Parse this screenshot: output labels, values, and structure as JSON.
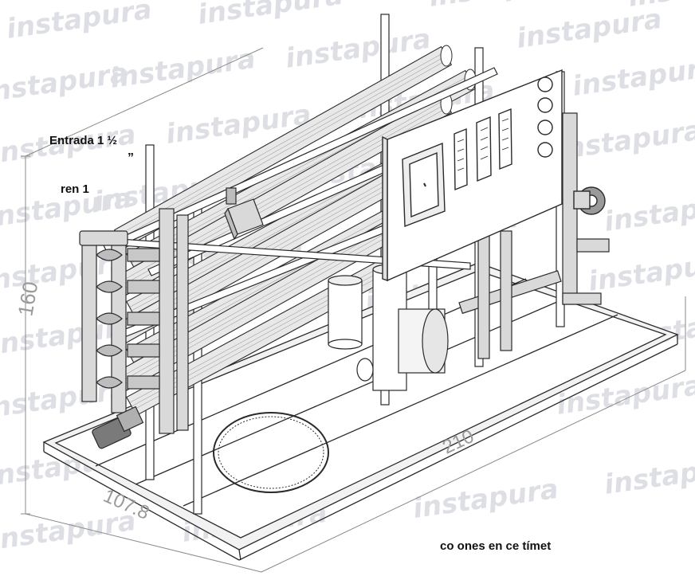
{
  "watermark": {
    "brand_insta": "insta",
    "brand_pura": "pura",
    "color": "#c9ccd4"
  },
  "labels": {
    "entrada": "Entrada 1 ½",
    "quote": "”",
    "dren": "ren 1",
    "dimensions_note": "co      ones en ce  tímet"
  },
  "dimensions": {
    "height": "160",
    "length": "210",
    "width": "107.8"
  },
  "colors": {
    "line": "#2a2a2a",
    "fill_light": "#f2f2f2",
    "fill_mid": "#d9d9d9",
    "panel": "#ffffff",
    "dim_line": "#8a8a8a"
  }
}
